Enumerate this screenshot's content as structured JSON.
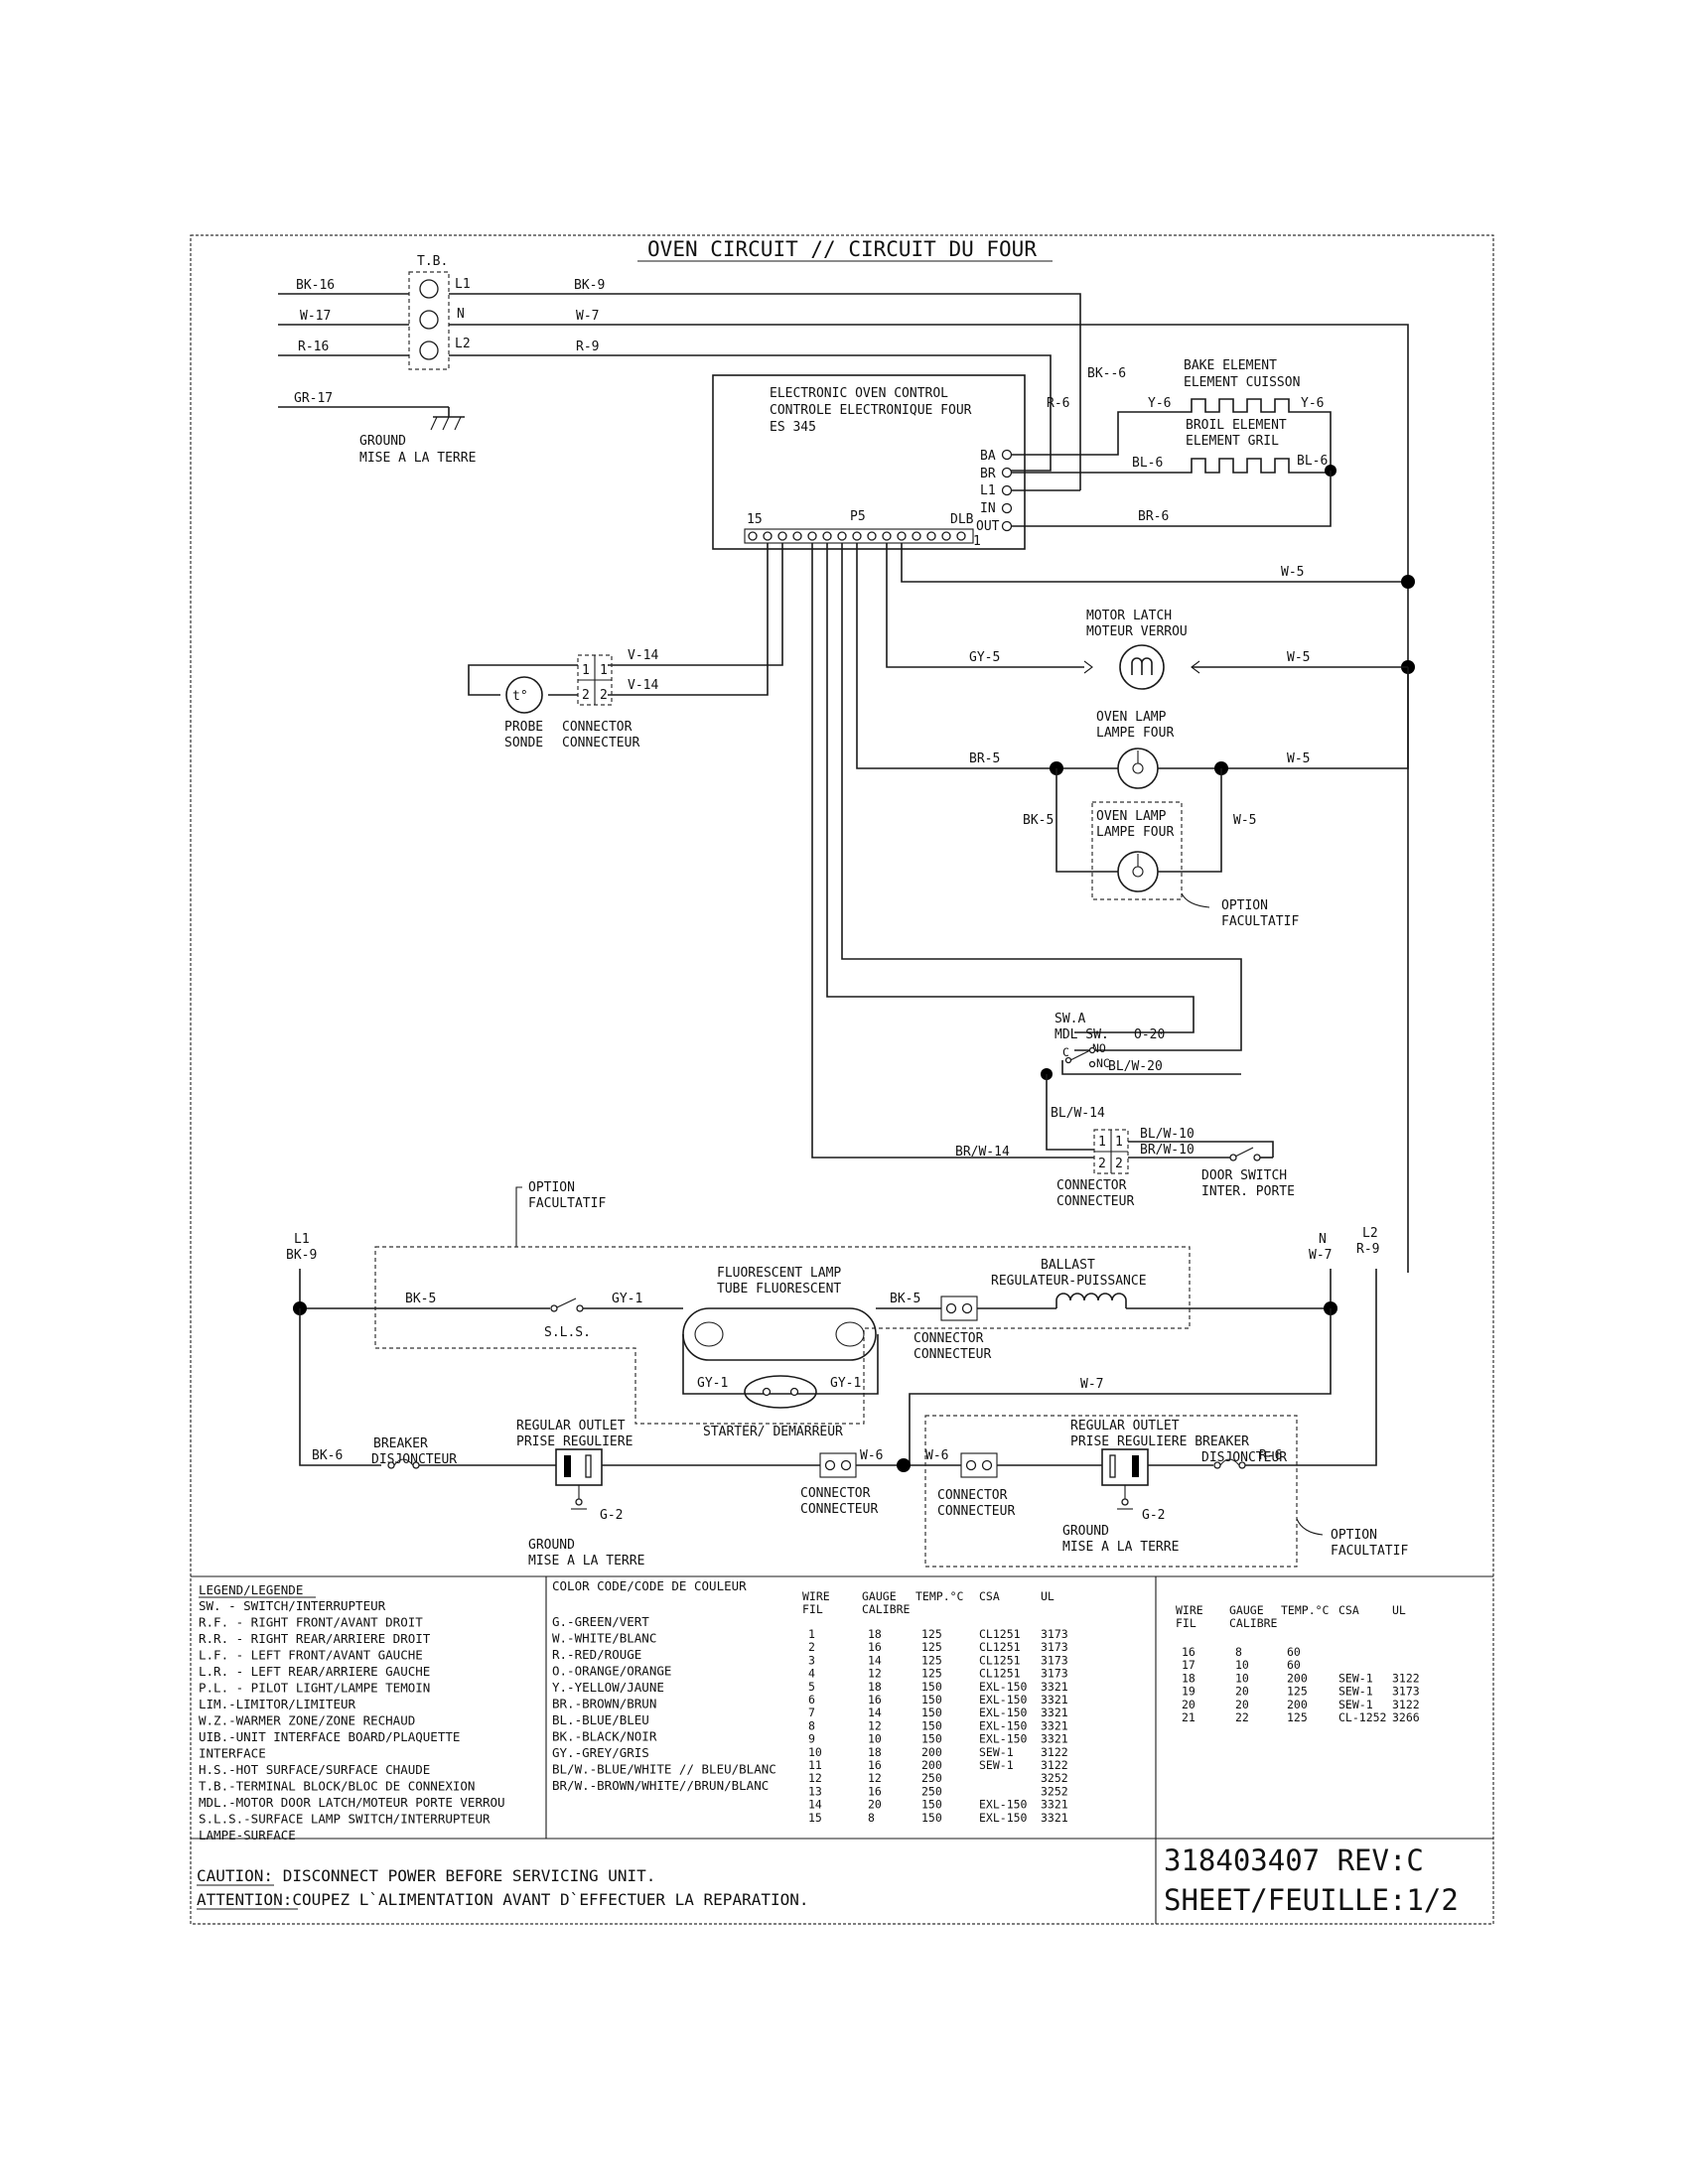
{
  "title": "OVEN CIRCUIT // CIRCUIT DU FOUR",
  "oven": {
    "tb_label": "T.B.",
    "tb_terms": [
      "L1",
      "N",
      "L2"
    ],
    "in_wires": [
      "BK-16",
      "W-17",
      "R-16"
    ],
    "out_wires": [
      "BK-9",
      "W-7",
      "R-9"
    ],
    "ground_wire": "GR-17",
    "ground_label": [
      "GROUND",
      "MISE A LA TERRE"
    ],
    "eoc_label": [
      "ELECTRONIC OVEN CONTROL",
      "CONTROLE ELECTRONIQUE FOUR",
      "ES 345"
    ],
    "eoc_pins": [
      "BA",
      "BR",
      "L1",
      "IN",
      "OUT"
    ],
    "eoc_p5": "P5",
    "eoc_15": "15",
    "eoc_dlb": "DLB",
    "eoc_1": "1",
    "bk6": "BK--6",
    "r6": "R-6",
    "bake_label": [
      "BAKE ELEMENT",
      "ELEMENT CUISSON"
    ],
    "broil_label": [
      "BROIL ELEMENT",
      "ELEMENT GRIL"
    ],
    "y6": "Y-6",
    "bl6": "BL-6",
    "br6": "BR-6",
    "w5": "W-5",
    "motor_label": [
      "MOTOR LATCH",
      "MOTEUR VERROU"
    ],
    "gy5": "GY-5",
    "lamp_label": [
      "OVEN LAMP",
      "LAMPE FOUR"
    ],
    "br5": "BR-5",
    "bk5": "BK-5",
    "option_label": [
      "OPTION",
      "FACULTATIF"
    ],
    "v14": "V-14",
    "probe_label": [
      "PROBE",
      "SONDE"
    ],
    "connector_label": [
      "CONNECTOR",
      "CONNECTEUR"
    ],
    "pin_nums": [
      "1",
      "2"
    ],
    "probe_symbol": "t°",
    "swa": [
      "SW.A",
      "MDL SW."
    ],
    "sw_cnonc": [
      "C",
      "NO",
      "NC"
    ],
    "o20": "O-20",
    "blw20": "BL/W-20",
    "blw14": "BL/W-14",
    "blw10": "BL/W-10",
    "brw10": "BR/W-10",
    "brw14": "BR/W-14",
    "door_label": [
      "DOOR SWITCH",
      "INTER. PORTE"
    ]
  },
  "surface": {
    "l1": [
      "L1",
      "BK-9"
    ],
    "n": [
      "N",
      "W-7"
    ],
    "l2": [
      "L2",
      "R-9"
    ],
    "bk5": "BK-5",
    "gy1": "GY-1",
    "sls": "S.L.S.",
    "fluor_label": [
      "FLUORESCENT LAMP",
      "TUBE FLUORESCENT"
    ],
    "ballast_label": [
      "BALLAST",
      "REGULATEUR-PUISSANCE"
    ],
    "starter": "STARTER/ DEMARREUR",
    "w7": "W-7",
    "w6": "W-6",
    "bk6": "BK-6",
    "r6": "R-6",
    "g2": "G-2",
    "breaker_label": [
      "BREAKER",
      "DISJONCTEUR"
    ],
    "outlet_label": [
      "REGULAR OUTLET",
      "PRISE REGULIERE"
    ],
    "right_outlet_label": [
      "REGULAR OUTLET",
      "PRISE REGULIERE BREAKER",
      "DISJONCTEUR"
    ],
    "ground_label": [
      "GROUND",
      "MISE A LA TERRE"
    ]
  },
  "legend": {
    "title": "LEGEND/LEGENDE",
    "items": [
      "SW.  - SWITCH/INTERRUPTEUR",
      "R.F. - RIGHT FRONT/AVANT DROIT",
      "R.R. - RIGHT REAR/ARRIERE DROIT",
      "L.F. - LEFT FRONT/AVANT GAUCHE",
      "L.R. - LEFT REAR/ARRIERE GAUCHE",
      "P.L. - PILOT LIGHT/LAMPE TEMOIN",
      "LIM.-LIMITOR/LIMITEUR",
      "W.Z.-WARMER ZONE/ZONE RECHAUD",
      "UIB.-UNIT INTERFACE BOARD/PLAQUETTE",
      "      INTERFACE",
      "H.S.-HOT SURFACE/SURFACE CHAUDE",
      "T.B.-TERMINAL BLOCK/BLOC DE CONNEXION",
      "MDL.-MOTOR DOOR LATCH/MOTEUR PORTE VERROU",
      "S.L.S.-SURFACE LAMP SWITCH/INTERRUPTEUR",
      "        LAMPE-SURFACE"
    ]
  },
  "colorcode": {
    "title": "COLOR CODE/CODE DE COULEUR",
    "items": [
      "G.-GREEN/VERT",
      "W.-WHITE/BLANC",
      "R.-RED/ROUGE",
      "O.-ORANGE/ORANGE",
      "Y.-YELLOW/JAUNE",
      "BR.-BROWN/BRUN",
      "BL.-BLUE/BLEU",
      "BK.-BLACK/NOIR",
      "GY.-GREY/GRIS",
      "BL/W.-BLUE/WHITE // BLEU/BLANC",
      "BR/W.-BROWN/WHITE//BRUN/BLANC"
    ]
  },
  "wiretable1": {
    "headers": [
      "WIRE",
      "GAUGE",
      "TEMP.°C",
      "CSA",
      "UL"
    ],
    "subheaders": [
      "FIL",
      "CALIBRE"
    ],
    "rows": [
      [
        "1",
        "18",
        "125",
        "CL1251",
        "3173"
      ],
      [
        "2",
        "16",
        "125",
        "CL1251",
        "3173"
      ],
      [
        "3",
        "14",
        "125",
        "CL1251",
        "3173"
      ],
      [
        "4",
        "12",
        "125",
        "CL1251",
        "3173"
      ],
      [
        "5",
        "18",
        "150",
        "EXL-150",
        "3321"
      ],
      [
        "6",
        "16",
        "150",
        "EXL-150",
        "3321"
      ],
      [
        "7",
        "14",
        "150",
        "EXL-150",
        "3321"
      ],
      [
        "8",
        "12",
        "150",
        "EXL-150",
        "3321"
      ],
      [
        "9",
        "10",
        "150",
        "EXL-150",
        "3321"
      ],
      [
        "10",
        "18",
        "200",
        "SEW-1",
        "3122"
      ],
      [
        "11",
        "16",
        "200",
        "SEW-1",
        "3122"
      ],
      [
        "12",
        "12",
        "250",
        "",
        "3252"
      ],
      [
        "13",
        "16",
        "250",
        "",
        "3252"
      ],
      [
        "14",
        "20",
        "150",
        "EXL-150",
        "3321"
      ],
      [
        "15",
        "8",
        "150",
        "EXL-150",
        "3321"
      ]
    ]
  },
  "wiretable2": {
    "headers": [
      "WIRE",
      "GAUGE",
      "TEMP.°C",
      "CSA",
      "UL"
    ],
    "subheaders": [
      "FIL",
      "CALIBRE"
    ],
    "rows": [
      [
        "16",
        "8",
        "60",
        "",
        ""
      ],
      [
        "17",
        "10",
        "60",
        "",
        ""
      ],
      [
        "18",
        "10",
        "200",
        "SEW-1",
        "3122"
      ],
      [
        "19",
        "20",
        "125",
        "SEW-1",
        "3173"
      ],
      [
        "20",
        "20",
        "200",
        "SEW-1",
        "3122"
      ],
      [
        "21",
        "22",
        "125",
        "CL-1252",
        "3266"
      ]
    ]
  },
  "caution": {
    "en_label": "CAUTION:",
    "en_text": " DISCONNECT POWER BEFORE SERVICING UNIT.",
    "fr_label": "ATTENTION:",
    "fr_text": "COUPEZ L`ALIMENTATION AVANT D`EFFECTUER LA REPARATION."
  },
  "part": {
    "number": "318403407 REV:C",
    "sheet": "SHEET/FEUILLE:1/2"
  }
}
